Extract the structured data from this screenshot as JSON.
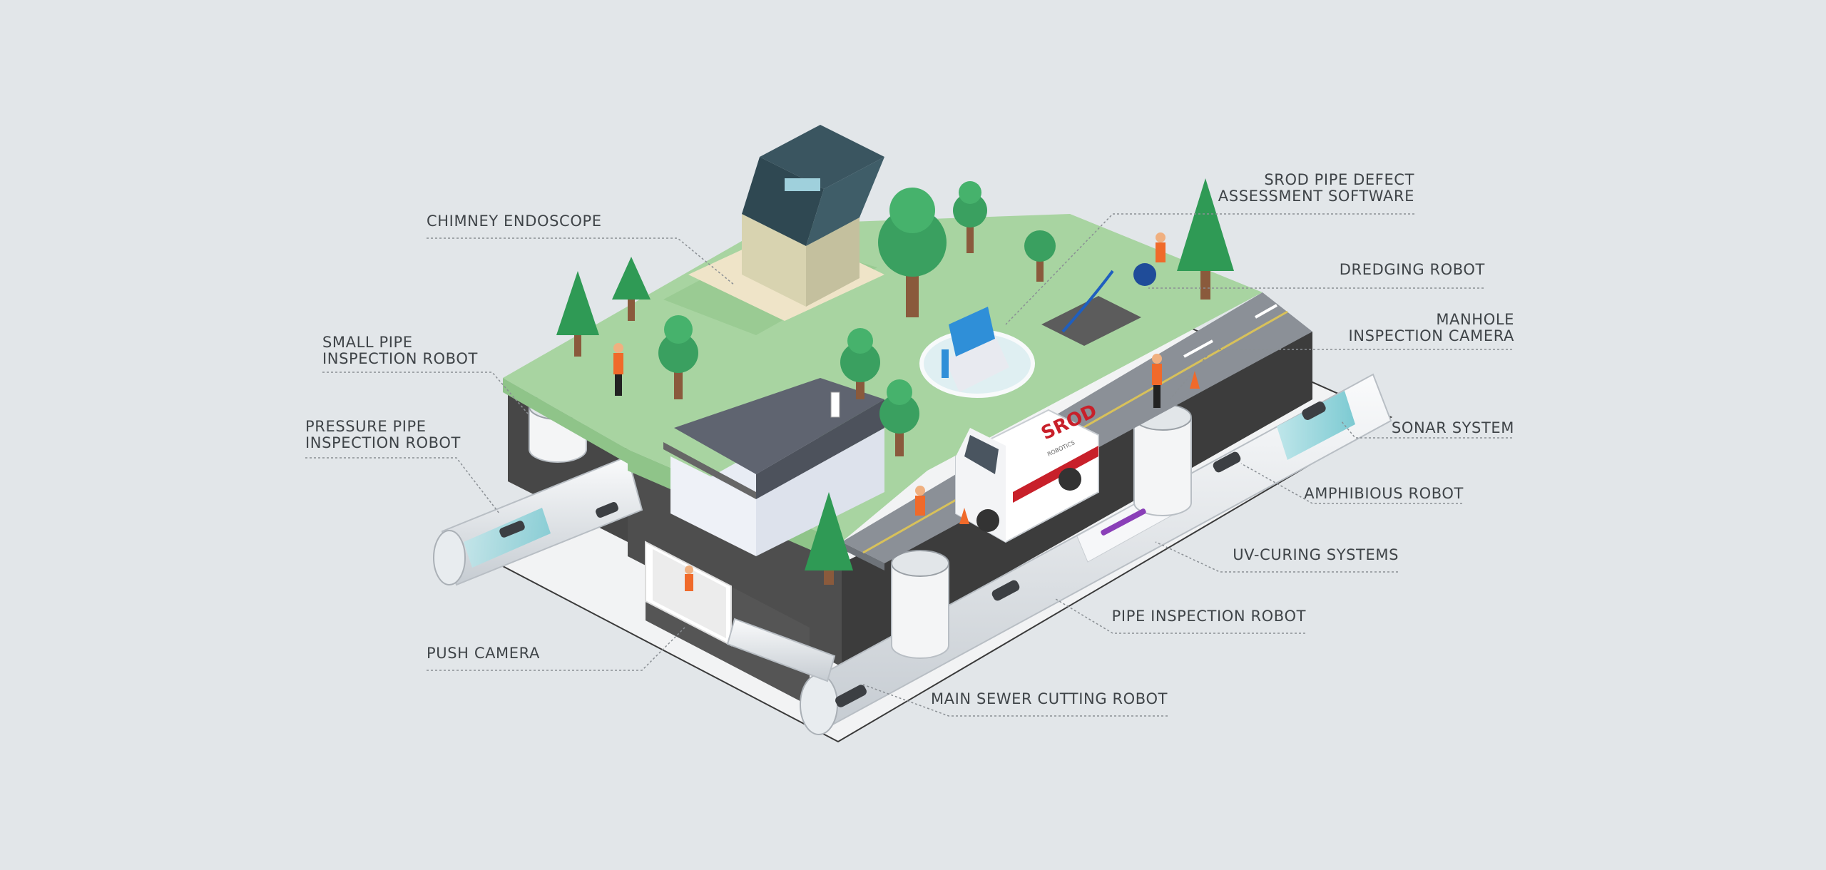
{
  "labels": {
    "chimney_endoscope": [
      "CHIMNEY ENDOSCOPE"
    ],
    "small_pipe_robot": [
      "SMALL PIPE",
      "INSPECTION ROBOT"
    ],
    "pressure_pipe_robot": [
      "PRESSURE PIPE",
      "INSPECTION ROBOT"
    ],
    "push_camera": [
      "PUSH CAMERA"
    ],
    "srod_software": [
      "SROD PIPE DEFECT",
      "ASSESSMENT SOFTWARE"
    ],
    "dredging_robot": [
      "DREDGING ROBOT"
    ],
    "manhole_camera": [
      "MANHOLE",
      "INSPECTION CAMERA"
    ],
    "sonar_system": [
      "SONAR SYSTEM"
    ],
    "amphibious_robot": [
      "AMPHIBIOUS ROBOT"
    ],
    "uv_curing": [
      "UV-CURING SYSTEMS"
    ],
    "pipe_inspection_robot": [
      "PIPE INSPECTION ROBOT"
    ],
    "main_sewer_cutting_robot": [
      "MAIN SEWER CUTTING ROBOT"
    ]
  },
  "van": {
    "brand": "SROD",
    "sub": "ROBOTICS"
  },
  "colors": {
    "background": "#e2e6e9",
    "grass": "#a8d4a1",
    "grass_dark": "#8fc489",
    "soil": "#4a4a4a",
    "road": "#8b9097",
    "tree": "#2f9a55",
    "van_red": "#c8202a",
    "text": "#3f4448"
  }
}
